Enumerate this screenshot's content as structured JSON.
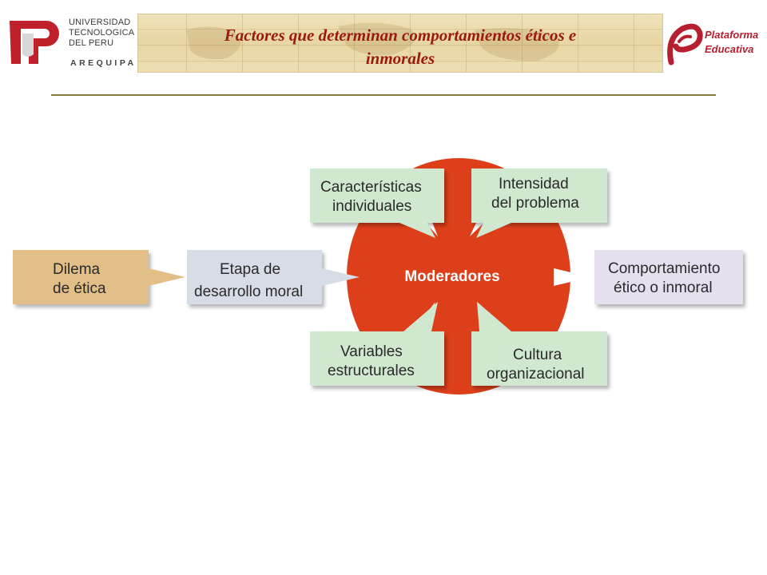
{
  "header": {
    "university_lines": [
      "UNIVERSIDAD",
      "TECNOLOGICA",
      "DEL PERU"
    ],
    "university_city": "AREQUIPA",
    "title_line1": "Factores que determinan comportamientos éticos e",
    "title_line2": "inmorales",
    "platform_line1": "Plataforma",
    "platform_line2": "Educativa"
  },
  "diagram": {
    "center": "Moderadores",
    "dilemma": [
      "Dilema",
      "de ética"
    ],
    "moral_stage": [
      "Etapa de",
      "desarrollo moral"
    ],
    "outcome": [
      "Comportamiento",
      "ético o inmoral"
    ],
    "moderators": {
      "individual": [
        "Características",
        "individuales"
      ],
      "intensity": [
        "Intensidad",
        "del problema"
      ],
      "structural": [
        "Variables",
        "estructurales"
      ],
      "culture": [
        "Cultura",
        "organizacional"
      ]
    }
  },
  "colors": {
    "center_circle": "#dd3f1a",
    "dilemma_box": "#e2bf86",
    "stage_box": "#d7dde6",
    "moderator_box": "#cfe8cf",
    "outcome_box": "#e6e0ee",
    "title_text": "#9a1a0e"
  }
}
